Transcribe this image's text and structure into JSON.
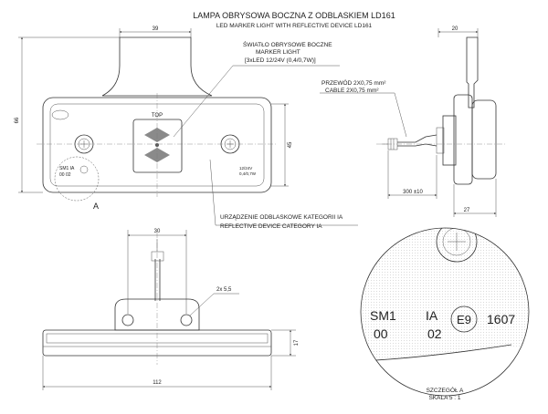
{
  "title": {
    "line1": "LAMPA OBRYSOWA BOCZNA Z ODBLASKIEM LD161",
    "line2": "LED MARKER LIGHT WITH REFLECTIVE DEVICE LD161"
  },
  "callouts": {
    "marker_pl": "ŚWIATŁO OBRYSOWE BOCZNE",
    "marker_en": "MARKER LIGHT",
    "marker_spec": "[3xLED 12/24V (0,4/0,7W)]",
    "cable_pl": "PRZEWÓD 2X0,75 mm²",
    "cable_en": "CABLE 2X0,75 mm²",
    "reflex_pl": "URZĄDZENIE ODBLASKOWE KATEGORII IA",
    "reflex_en": "REFLECTIVE DEVICE CATEGORY IA"
  },
  "dimensions": {
    "front_width_top": "39",
    "front_height": "66",
    "front_lens_height": "45",
    "side_bracket": "20",
    "side_depth": "27",
    "cable_length": "300 ±10",
    "bottom_pitch": "30",
    "bottom_holes": "2x 5,5",
    "bottom_height": "17",
    "bottom_width": "112"
  },
  "labels": {
    "top": "TOP",
    "detail_ref": "A",
    "lamp_marking_1": "SM1 IA",
    "lamp_marking_2": "00 02",
    "lamp_voltage_1": "12/24V",
    "lamp_voltage_2": "0,4/0,7W"
  },
  "detail": {
    "line1_a": "SM1",
    "line1_b": "IA",
    "line2_a": "00",
    "line2_b": "02",
    "approval": "E9",
    "number": "1607",
    "caption_pl": "SZCZEGÓŁ A",
    "caption_scale": "SKALA 5 : 1"
  }
}
